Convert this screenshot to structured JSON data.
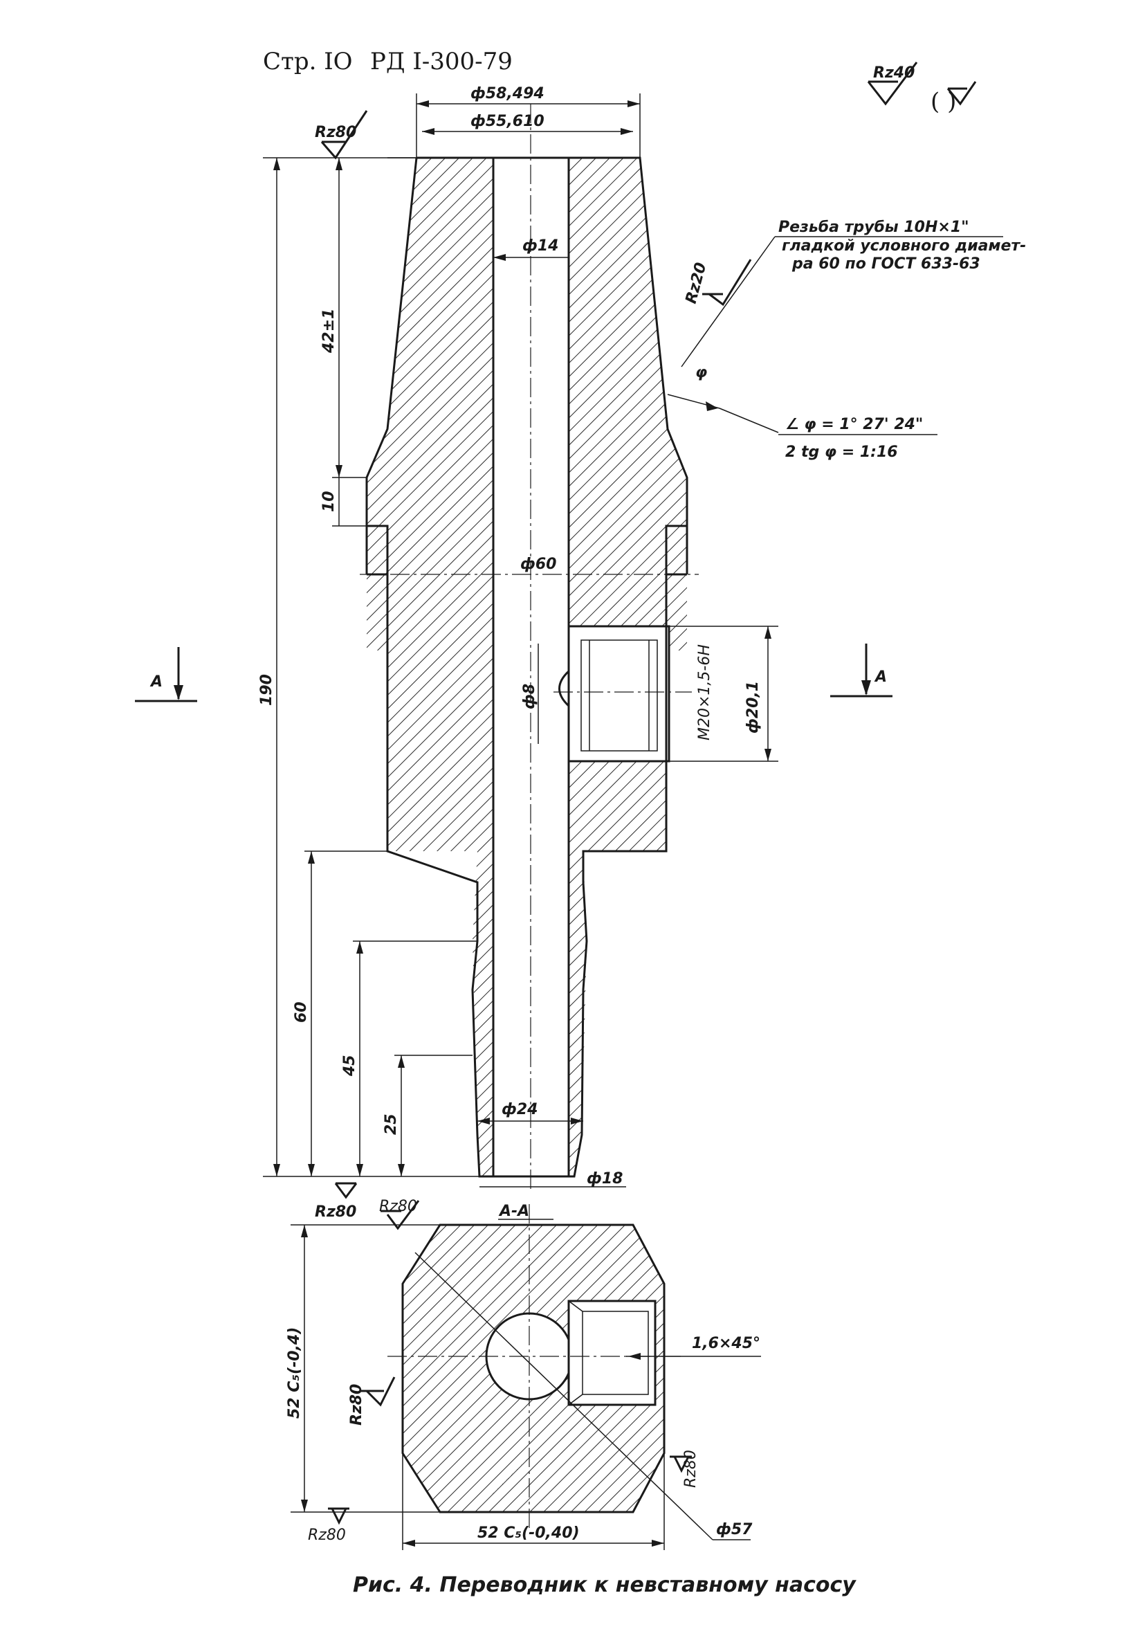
{
  "header": {
    "page": "Стр. IO",
    "doc": "РД I-300-79",
    "rough_general": "Rz40",
    "rough_general_bracket": "( )"
  },
  "dims": {
    "d_top_outer": "ф58,494",
    "d_top_inner": "ф55,610",
    "d_bore": "ф14",
    "d_collar": "ф60",
    "d_hole": "ф8",
    "d_small": "ф24",
    "d_tip": "ф18",
    "thread_side": "М20×1,5-6Н",
    "d_thread_outer": "ф20,1",
    "len_total": "190",
    "len_cone": "42±1",
    "len_step": "10",
    "len_60": "60",
    "len_45": "45",
    "len_25": "25"
  },
  "roughness": {
    "top": "Rz80",
    "cone": "Rz20",
    "bottom_left": "Rz80",
    "bottom_mid": "Rz80",
    "section_left": "Rz80",
    "section_right": "Rz80",
    "section_bottom": "Rz80"
  },
  "notes": {
    "thread_line1": "Резьба трубы 10Н×1\"",
    "thread_line2": "гладкой условного диамет-",
    "thread_line3": "ра 60 по ГОСТ 633-63",
    "angle_line1": "∠ φ = 1° 27' 24\"",
    "angle_line2": "2 tg φ = 1:16",
    "phi": "φ"
  },
  "section": {
    "marker": "A",
    "title": "А-А",
    "height": "52 С₅(-0,4)",
    "width": "52 С₅(-0,40)",
    "chamfer": "1,6×45°",
    "diameter": "ф57"
  },
  "caption": "Рис. 4. Переводник к невставному насосу"
}
